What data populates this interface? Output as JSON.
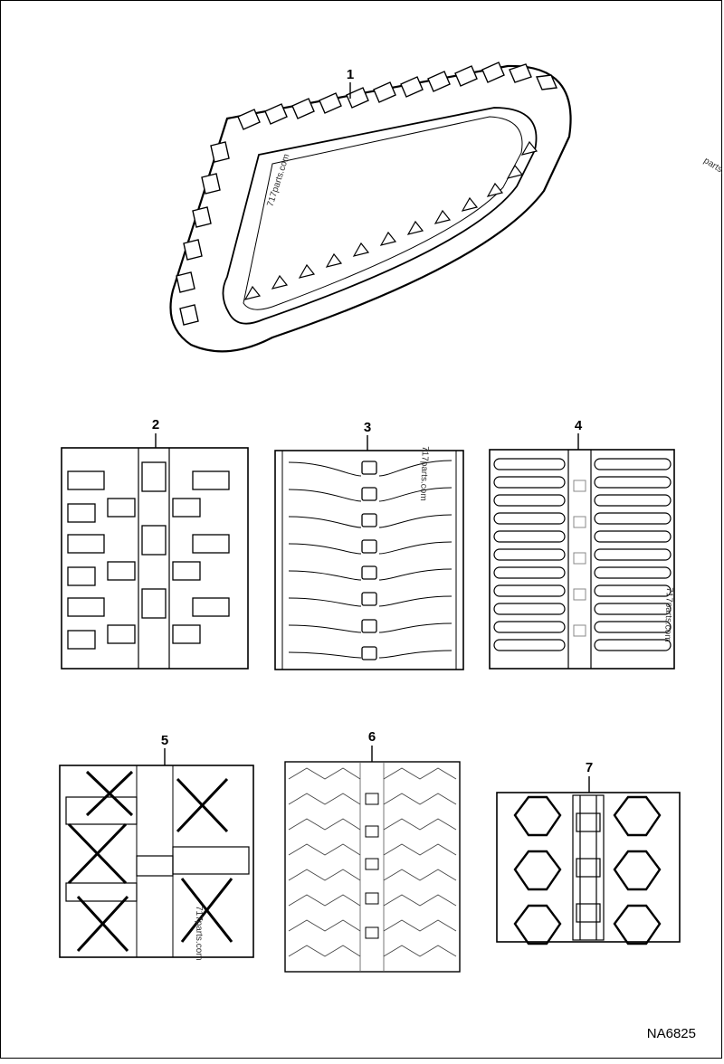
{
  "callouts": {
    "c1": "1",
    "c2": "2",
    "c3": "3",
    "c4": "4",
    "c5": "5",
    "c6": "6",
    "c7": "7"
  },
  "figure_ref": "NA6825",
  "watermarks": {
    "w1": "717parts.com",
    "w2": "parts.com",
    "w3": "717parts.com",
    "w4": "717parts.com",
    "w5": "717parts.com"
  },
  "items": [
    {
      "callout": "1",
      "icon": "rubber-track-assembly-icon"
    },
    {
      "callout": "2",
      "icon": "block-tread-pattern-icon"
    },
    {
      "callout": "3",
      "icon": "turf-tread-pattern-icon"
    },
    {
      "callout": "4",
      "icon": "bar-tread-pattern-icon"
    },
    {
      "callout": "5",
      "icon": "x-lug-tread-pattern-icon"
    },
    {
      "callout": "6",
      "icon": "zigzag-tread-pattern-icon"
    },
    {
      "callout": "7",
      "icon": "hex-tread-pattern-icon"
    }
  ]
}
